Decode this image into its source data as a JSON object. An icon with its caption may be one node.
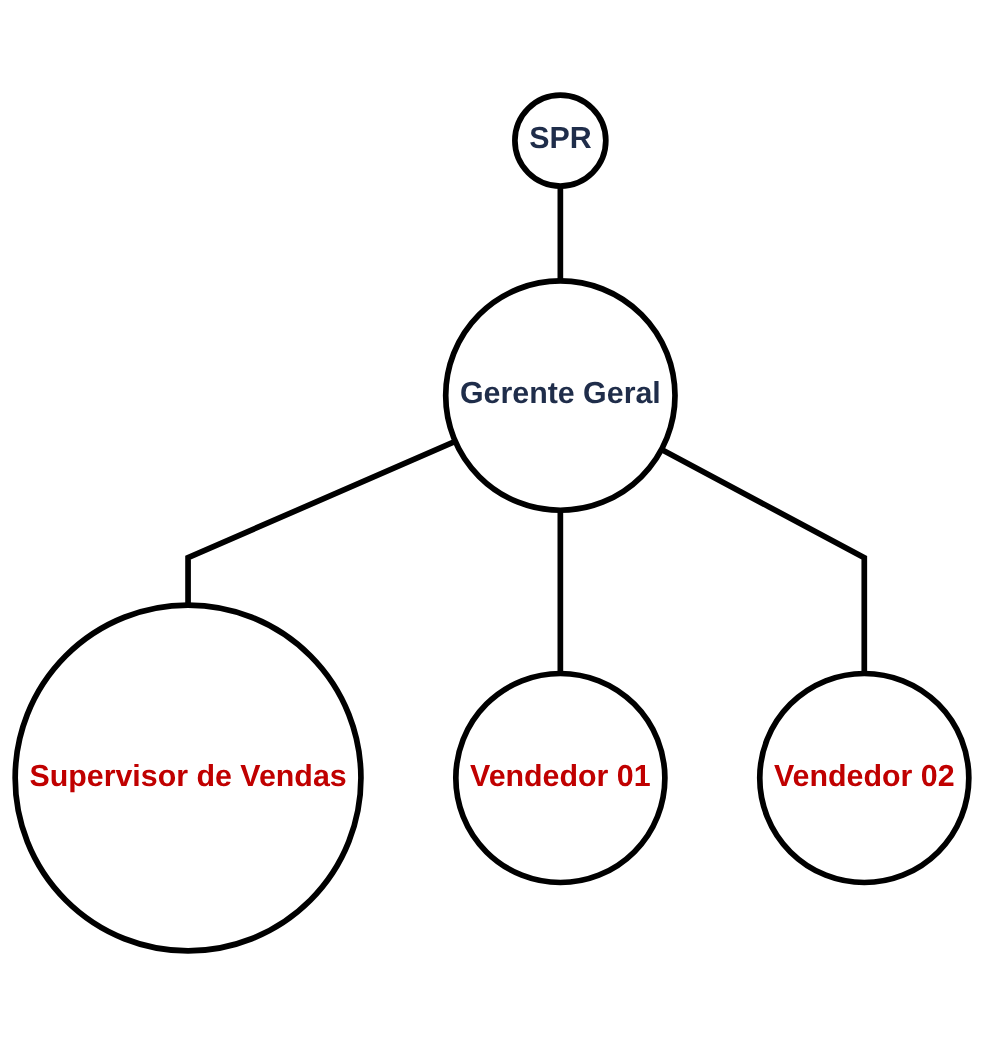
{
  "diagram": {
    "nodes": [
      {
        "text": [
          "SPR"
        ]
      },
      {
        "text": [
          "Gerente Geral"
        ]
      },
      {
        "text": [
          "Supervisor de Vendas"
        ]
      },
      {
        "text": [
          "Vendedor 01"
        ]
      },
      {
        "text": [
          "Vendedor 02"
        ]
      }
    ],
    "edges": [
      {
        "from": 0,
        "to": 1,
        "arrow": "none"
      },
      {
        "from": 1,
        "to": 2,
        "arrow": "none"
      },
      {
        "from": 1,
        "to": 3,
        "arrow": "none"
      },
      {
        "from": 1,
        "to": 4,
        "arrow": "none"
      }
    ]
  }
}
